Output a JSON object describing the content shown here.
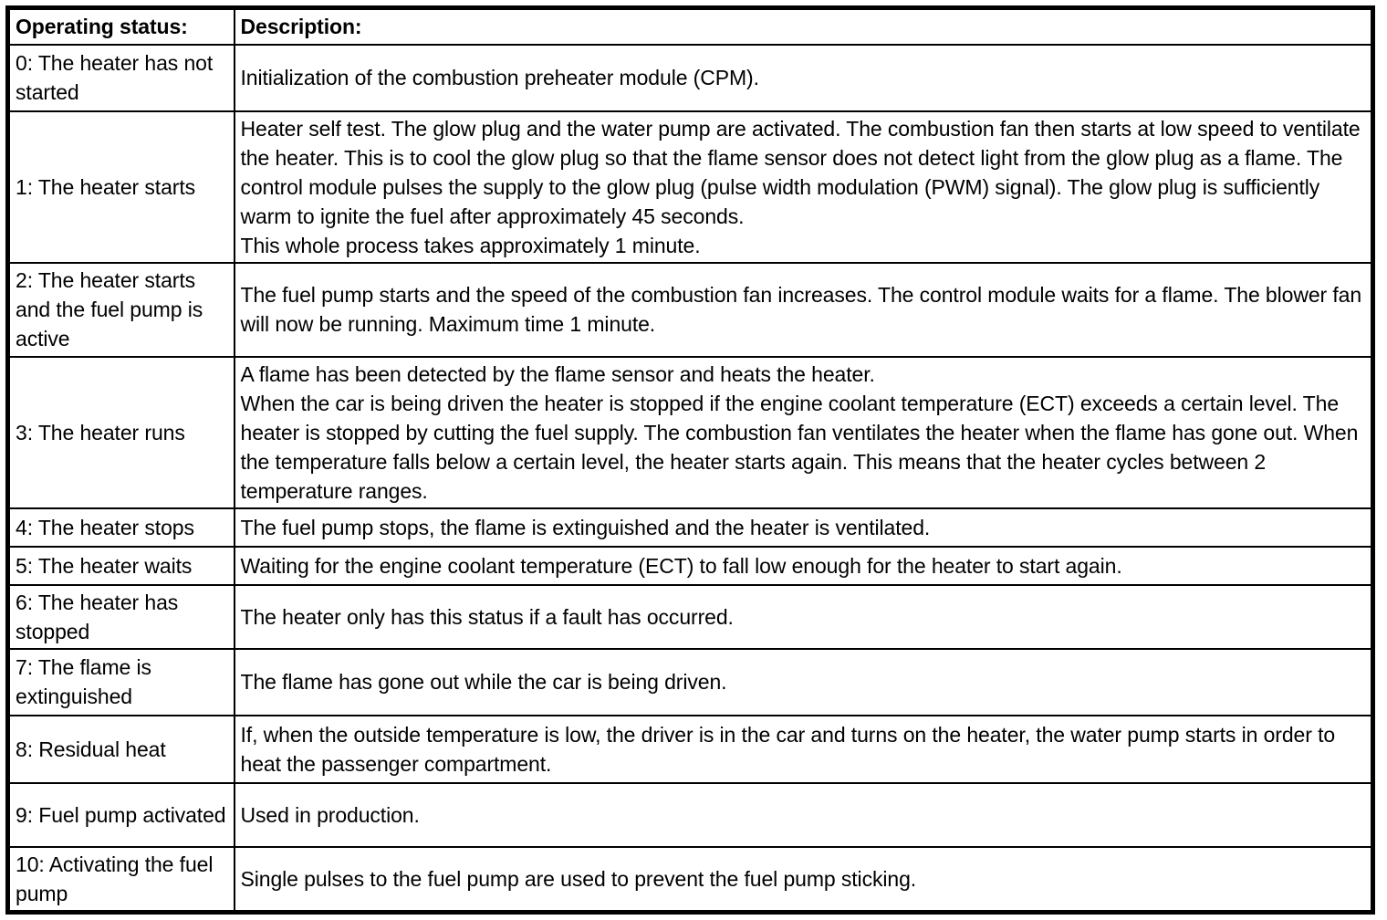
{
  "colors": {
    "border": "#000000",
    "background": "#ffffff",
    "text": "#000000"
  },
  "table": {
    "columns": {
      "status_header": "Operating status:",
      "description_header": "Description:"
    },
    "rows": [
      {
        "status": "0: The heater has not started",
        "description": [
          "Initialization of the combustion preheater module (CPM)."
        ]
      },
      {
        "status": "1: The heater starts",
        "description": [
          "Heater self test. The glow plug and the water pump are activated. The combustion fan then starts at low speed to ventilate the heater. This is to cool the glow plug so that the flame sensor does not detect light from the glow plug as a flame. The control module pulses the supply to the glow plug (pulse width modulation (PWM) signal). The glow plug is sufficiently warm to ignite the fuel after approximately 45 seconds.",
          "This whole process takes approximately 1 minute."
        ]
      },
      {
        "status": "2: The heater starts and the fuel pump is active",
        "description": [
          "The fuel pump starts and the speed of the combustion fan increases. The control module waits for a flame. The blower fan will now be running. Maximum time 1 minute."
        ]
      },
      {
        "status": "3: The heater runs",
        "description": [
          "A flame has been detected by the flame sensor and heats the heater.",
          "When the car is being driven the heater is stopped if the engine coolant temperature (ECT) exceeds a certain level. The heater is stopped by cutting the fuel supply. The combustion fan ventilates the heater when the flame has gone out. When the temperature falls below a certain level, the heater starts again. This means that the heater cycles between 2 temperature ranges."
        ]
      },
      {
        "status": "4: The heater stops",
        "description": [
          "The fuel pump stops, the flame is extinguished and the heater is ventilated."
        ]
      },
      {
        "status": "5: The heater waits",
        "description": [
          "Waiting for the engine coolant temperature (ECT) to fall low enough for the heater to start again."
        ]
      },
      {
        "status": "6: The heater has stopped",
        "description": [
          "The heater only has this status if a fault has occurred."
        ]
      },
      {
        "status": "7: The flame is extinguished",
        "description": [
          "The flame has gone out while the car is being driven."
        ]
      },
      {
        "status": "8: Residual heat",
        "description": [
          "If, when the outside temperature is low, the driver is in the car and turns on the heater, the water pump starts in order to heat the passenger compartment."
        ]
      },
      {
        "status": "9: Fuel pump activated",
        "description": [
          "Used in production."
        ]
      },
      {
        "status": "10: Activating the fuel pump",
        "description": [
          "Single pulses to the fuel pump are used to prevent the fuel pump sticking."
        ]
      }
    ]
  }
}
